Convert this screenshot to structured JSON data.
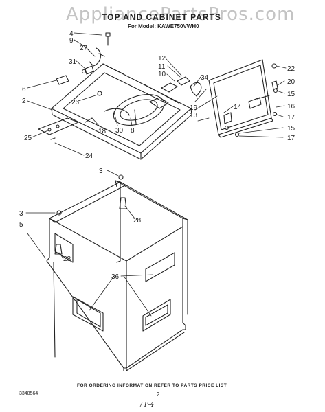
{
  "watermark": "AppliancePartsPros.com",
  "title": "TOP AND CABINET PARTS",
  "model_line": "For Model: KAWE750VWH0",
  "footer_note": "FOR ORDERING INFORMATION REFER TO PARTS PRICE LIST",
  "page_number": "2",
  "document_number": "3348564",
  "handwritten_note": "/ P-4",
  "callouts": {
    "c2": "2",
    "c3a": "3",
    "c3b": "3",
    "c4": "4",
    "c5": "5",
    "c6": "6",
    "c8": "8",
    "c9": "9",
    "c10": "10",
    "c11": "11",
    "c12": "12",
    "c13": "13",
    "c14": "14",
    "c15a": "15",
    "c15b": "15",
    "c16": "16",
    "c17a": "17",
    "c17b": "17",
    "c18": "18",
    "c19": "19",
    "c20": "20",
    "c22": "22",
    "c24": "24",
    "c25": "25",
    "c26": "26",
    "c27": "27",
    "c28a": "28",
    "c28b": "28",
    "c30": "30",
    "c31": "31",
    "c34": "34",
    "c36": "36"
  }
}
